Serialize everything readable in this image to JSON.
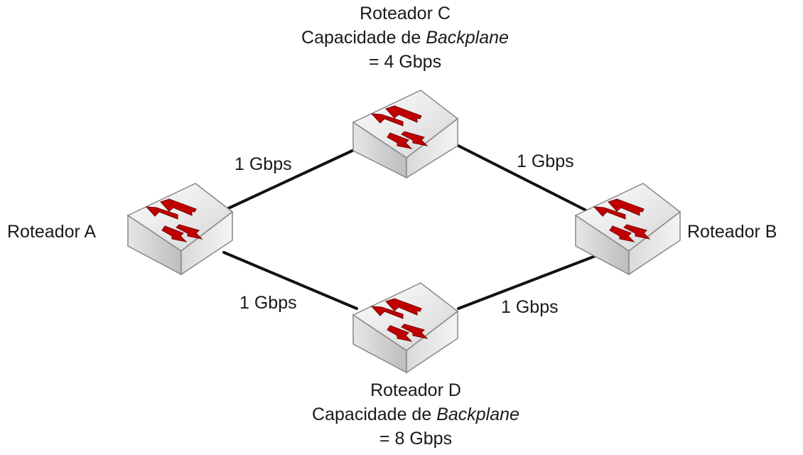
{
  "routers": {
    "a": {
      "name": "Roteador A"
    },
    "b": {
      "name": "Roteador B"
    },
    "c": {
      "name": "Roteador C",
      "capacity_prefix": "Capacidade de ",
      "capacity_term": "Backplane",
      "capacity_value": "= 4 Gbps"
    },
    "d": {
      "name": "Roteador D",
      "capacity_prefix": "Capacidade de ",
      "capacity_term": "Backplane",
      "capacity_value": "= 8 Gbps"
    }
  },
  "links": {
    "a_c": "1 Gbps",
    "c_b": "1 Gbps",
    "a_d": "1 Gbps",
    "d_b": "1 Gbps"
  },
  "colors": {
    "link": "#111111",
    "arrow": "#cc0000",
    "router_top": "#f2f2f2",
    "router_side": "#c8c8c8"
  }
}
